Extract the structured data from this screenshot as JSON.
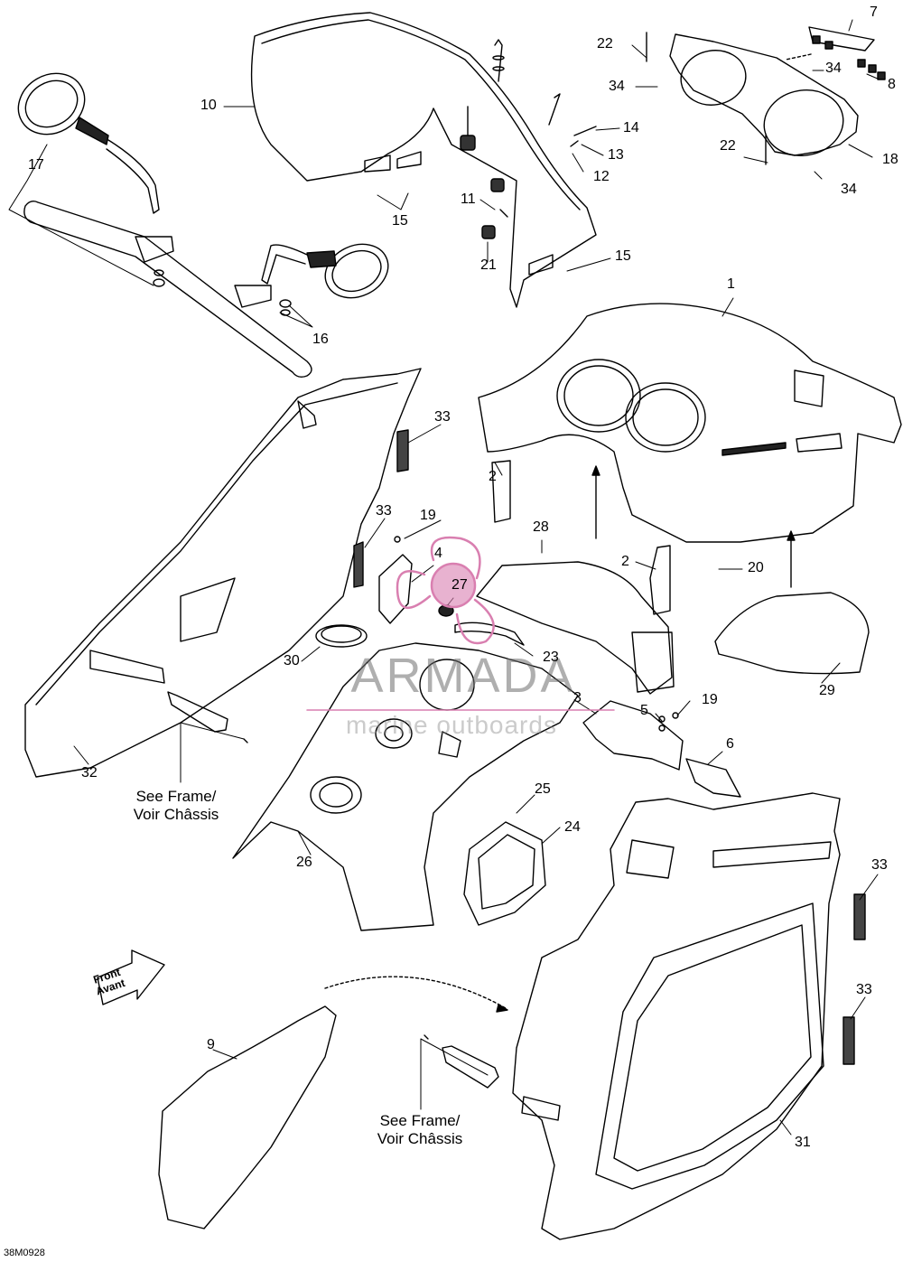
{
  "diagram": {
    "callouts": [
      {
        "id": "c1",
        "text": "1"
      },
      {
        "id": "c2a",
        "text": "2"
      },
      {
        "id": "c2b",
        "text": "2"
      },
      {
        "id": "c3",
        "text": "3"
      },
      {
        "id": "c4",
        "text": "4"
      },
      {
        "id": "c5",
        "text": "5"
      },
      {
        "id": "c6",
        "text": "6"
      },
      {
        "id": "c7",
        "text": "7"
      },
      {
        "id": "c8",
        "text": "8"
      },
      {
        "id": "c9",
        "text": "9"
      },
      {
        "id": "c10",
        "text": "10"
      },
      {
        "id": "c11",
        "text": "11"
      },
      {
        "id": "c12",
        "text": "12"
      },
      {
        "id": "c13",
        "text": "13"
      },
      {
        "id": "c14",
        "text": "14"
      },
      {
        "id": "c15a",
        "text": "15"
      },
      {
        "id": "c15b",
        "text": "15"
      },
      {
        "id": "c16",
        "text": "16"
      },
      {
        "id": "c17",
        "text": "17"
      },
      {
        "id": "c18",
        "text": "18"
      },
      {
        "id": "c19a",
        "text": "19"
      },
      {
        "id": "c19b",
        "text": "19"
      },
      {
        "id": "c20",
        "text": "20"
      },
      {
        "id": "c21",
        "text": "21"
      },
      {
        "id": "c22a",
        "text": "22"
      },
      {
        "id": "c22b",
        "text": "22"
      },
      {
        "id": "c23",
        "text": "23"
      },
      {
        "id": "c24",
        "text": "24"
      },
      {
        "id": "c25",
        "text": "25"
      },
      {
        "id": "c26",
        "text": "26"
      },
      {
        "id": "c27",
        "text": "27"
      },
      {
        "id": "c28",
        "text": "28"
      },
      {
        "id": "c29",
        "text": "29"
      },
      {
        "id": "c30",
        "text": "30"
      },
      {
        "id": "c31",
        "text": "31"
      },
      {
        "id": "c32",
        "text": "32"
      },
      {
        "id": "c33a",
        "text": "33"
      },
      {
        "id": "c33b",
        "text": "33"
      },
      {
        "id": "c33c",
        "text": "33"
      },
      {
        "id": "c33d",
        "text": "33"
      },
      {
        "id": "c34a",
        "text": "34"
      },
      {
        "id": "c34b",
        "text": "34"
      },
      {
        "id": "c34c",
        "text": "34"
      }
    ],
    "notes": [
      {
        "line1": "See Frame/",
        "line2": "Voir Châssis"
      },
      {
        "line1": "See Frame/",
        "line2": "Voir Châssis"
      }
    ],
    "front_badge": {
      "line1": "Front",
      "line2": "Avant"
    },
    "drawing_code": "38M0928"
  },
  "watermark": {
    "title": "ARMADA",
    "subtitle": "marine outboards",
    "accent_color": "#d97fb0"
  }
}
